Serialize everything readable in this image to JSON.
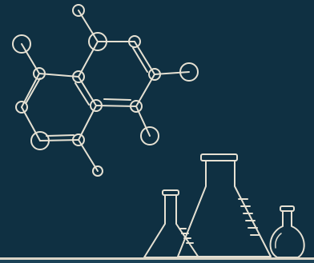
{
  "colors": {
    "background": "#0f3042",
    "line": "#e6e1d3",
    "floor": "#d9d4c6"
  },
  "illustration": {
    "subject": "chemistry-line-art",
    "elements": [
      "molecule-structure",
      "small-erlenmeyer-flask",
      "large-erlenmeyer-flask",
      "round-bottom-flask",
      "floor-line"
    ]
  }
}
